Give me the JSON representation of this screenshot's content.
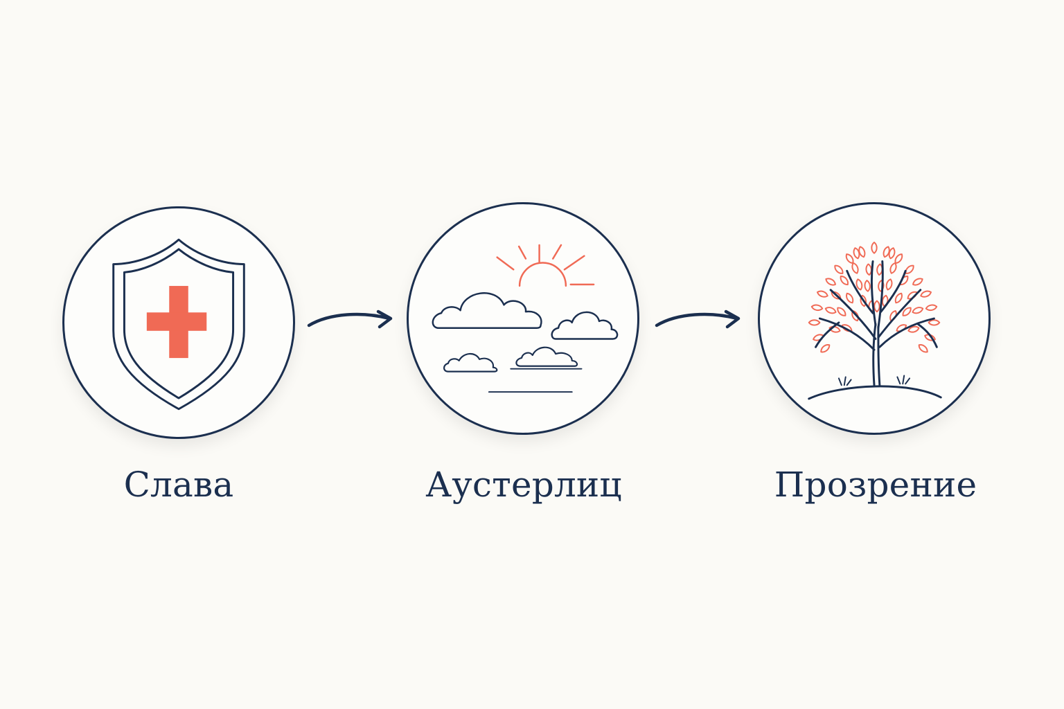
{
  "nodes": [
    {
      "label": "Слава",
      "icon": "shield-cross-icon"
    },
    {
      "label": "Аустерлиц",
      "icon": "sky-sun-clouds-icon"
    },
    {
      "label": "Прозрение",
      "icon": "tree-on-hill-icon"
    }
  ],
  "connectors": [
    {
      "from": 0,
      "to": 1,
      "icon": "arrow-right-icon"
    },
    {
      "from": 1,
      "to": 2,
      "icon": "arrow-right-icon"
    }
  ],
  "colors": {
    "background": "#fbfaf6",
    "stroke": "#1b2f4f",
    "accent": "#f06a55"
  }
}
